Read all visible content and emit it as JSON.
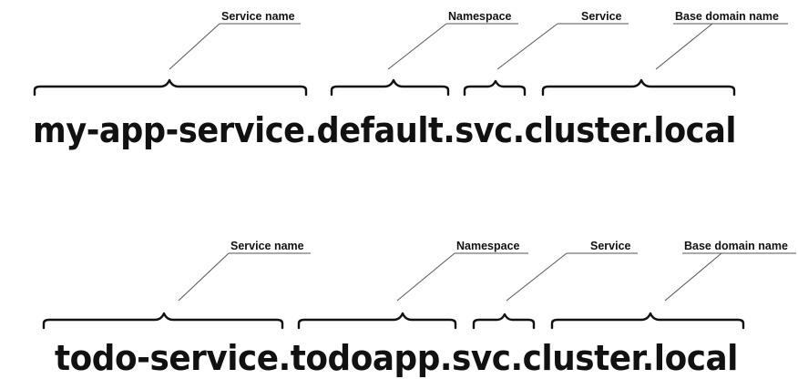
{
  "diagrams": [
    {
      "fqdn": "my-app-service.default.svc.cluster.local",
      "segments": [
        {
          "label": "Service name"
        },
        {
          "label": "Namespace"
        },
        {
          "label": "Service"
        },
        {
          "label": "Base domain name"
        }
      ]
    },
    {
      "fqdn": "todo-service.todoapp.svc.cluster.local",
      "segments": [
        {
          "label": "Service name"
        },
        {
          "label": "Namespace"
        },
        {
          "label": "Service"
        },
        {
          "label": "Base domain name"
        }
      ]
    }
  ]
}
